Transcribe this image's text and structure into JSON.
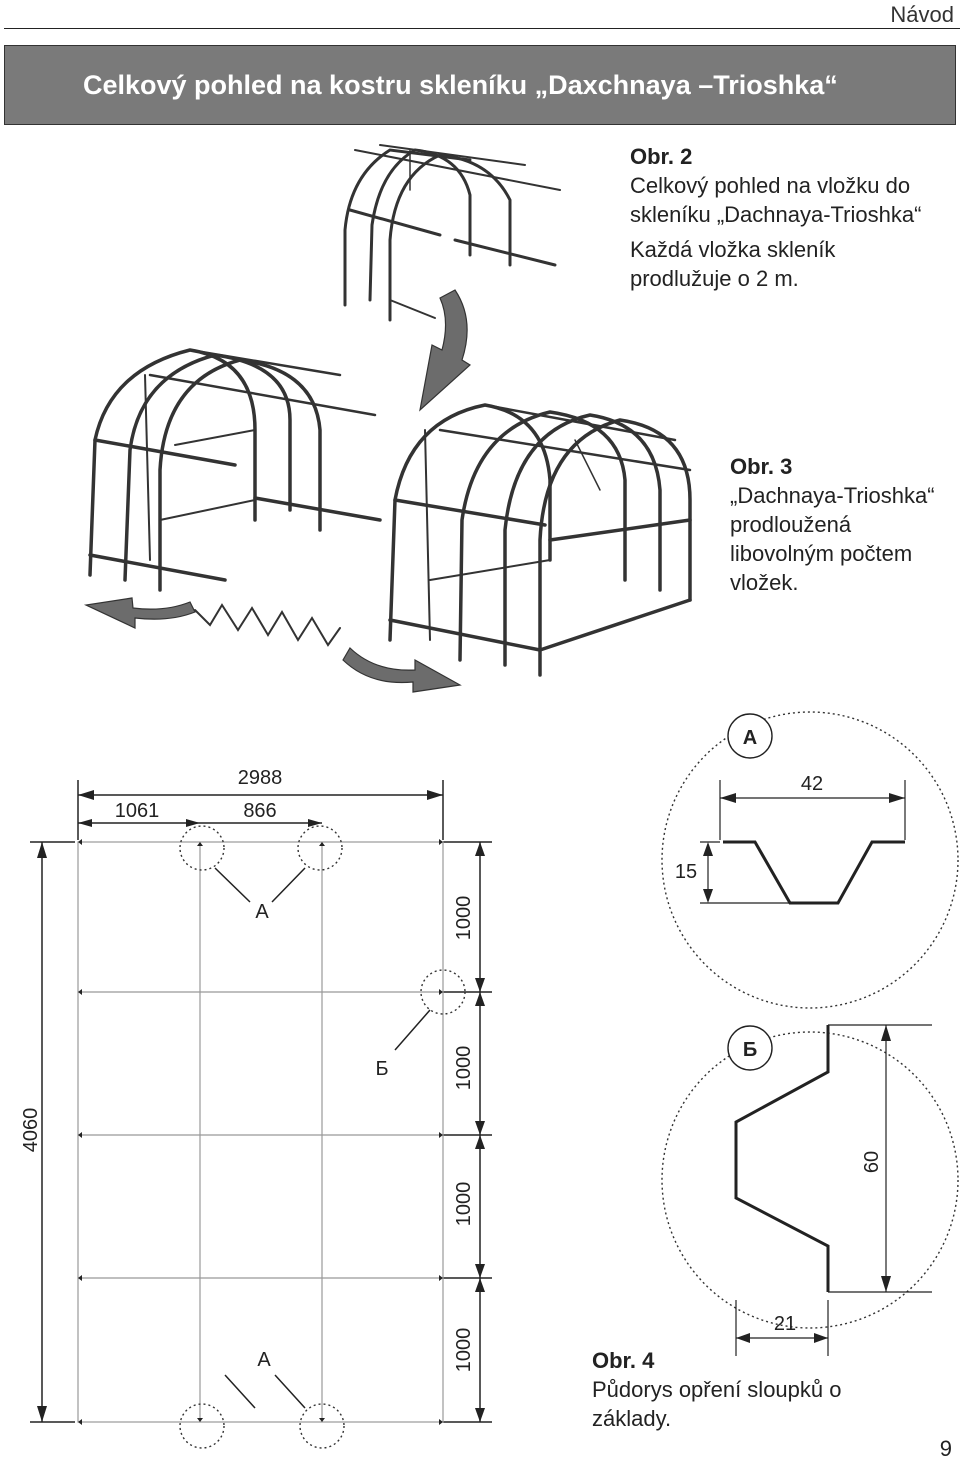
{
  "header": {
    "section": "Návod"
  },
  "banner": {
    "title": "Celkový pohled na kostru skleníku „Daxchnaya –Trioshka“"
  },
  "fig2": {
    "number": "Obr. 2",
    "line1": "Celkový pohled na vložku do",
    "line2": "skleníku „Dachnaya-Trioshka“",
    "line3": "Každá vložka skleník",
    "line4": "prodlužuje o 2 m."
  },
  "fig3": {
    "number": "Obr. 3",
    "line1": "„Dachnaya-Trioshka“",
    "line2": "prodloužená",
    "line3": "libovolným počtem",
    "line4": "vložek."
  },
  "fig4": {
    "number": "Obr. 4",
    "line1": "Půdorys opření sloupků o",
    "line2": "základy."
  },
  "plan": {
    "overall_width": "2988",
    "left_offset": "1061",
    "span": "866",
    "total_length": "4060",
    "segments": [
      "1000",
      "1000",
      "1000",
      "1000"
    ],
    "detail_a_label": "А",
    "detail_b_label": "Б"
  },
  "detail_a": {
    "label": "А",
    "width": "42",
    "depth": "15"
  },
  "detail_b": {
    "label": "Б",
    "height": "60",
    "width": "21"
  },
  "page_number": "9"
}
